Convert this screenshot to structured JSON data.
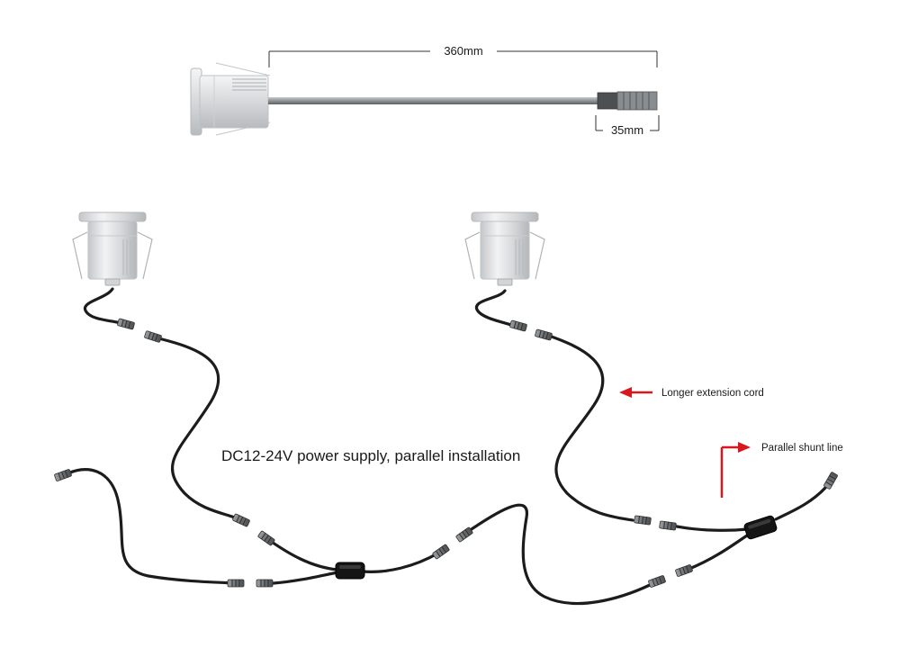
{
  "dimensions": {
    "cable_length": "360mm",
    "connector_length": "35mm"
  },
  "caption": "DC12-24V power supply, parallel installation",
  "annotations": {
    "extension_cord": "Longer extension cord",
    "shunt_line": "Parallel shunt line"
  },
  "colors": {
    "cable": "#1c1c1c",
    "metal": "#d6d8da",
    "arrow": "#d7191f",
    "text": "#1a1a1a"
  }
}
